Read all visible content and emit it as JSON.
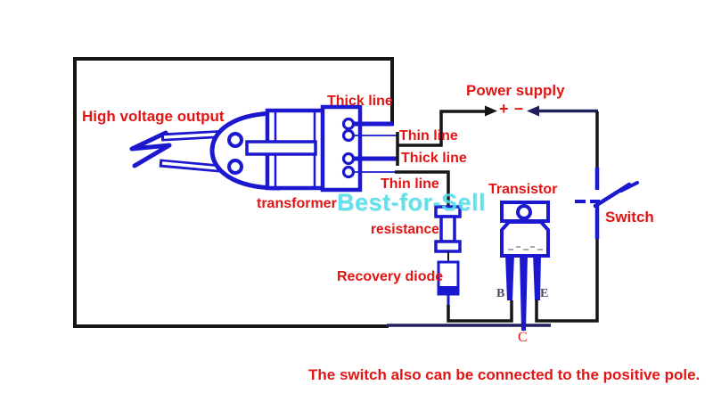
{
  "colors": {
    "red": "#e21414",
    "blue": "#1b18cf",
    "navy": "#20205e",
    "black": "#161616",
    "cyan": "#4fdee9",
    "graylbl": "#4b4b66",
    "bg": "#ffffff"
  },
  "labels": {
    "high_voltage_output": "High voltage output",
    "thick_line_top": "Thick line",
    "thin_line_1": "Thin line",
    "thick_line_2": "Thick line",
    "thin_line_3": "Thin line",
    "transformer": "transformer",
    "power_supply": "Power supply",
    "plus": "+",
    "minus": "–",
    "transistor": "Transistor",
    "switch": "Switch",
    "resistance": "resistance",
    "recovery_diode": "Recovery diode",
    "pin_b": "B",
    "pin_c": "C",
    "pin_e": "E",
    "watermark": "Best-for-Sell",
    "footnote": "The switch also can be connected to the positive pole."
  }
}
